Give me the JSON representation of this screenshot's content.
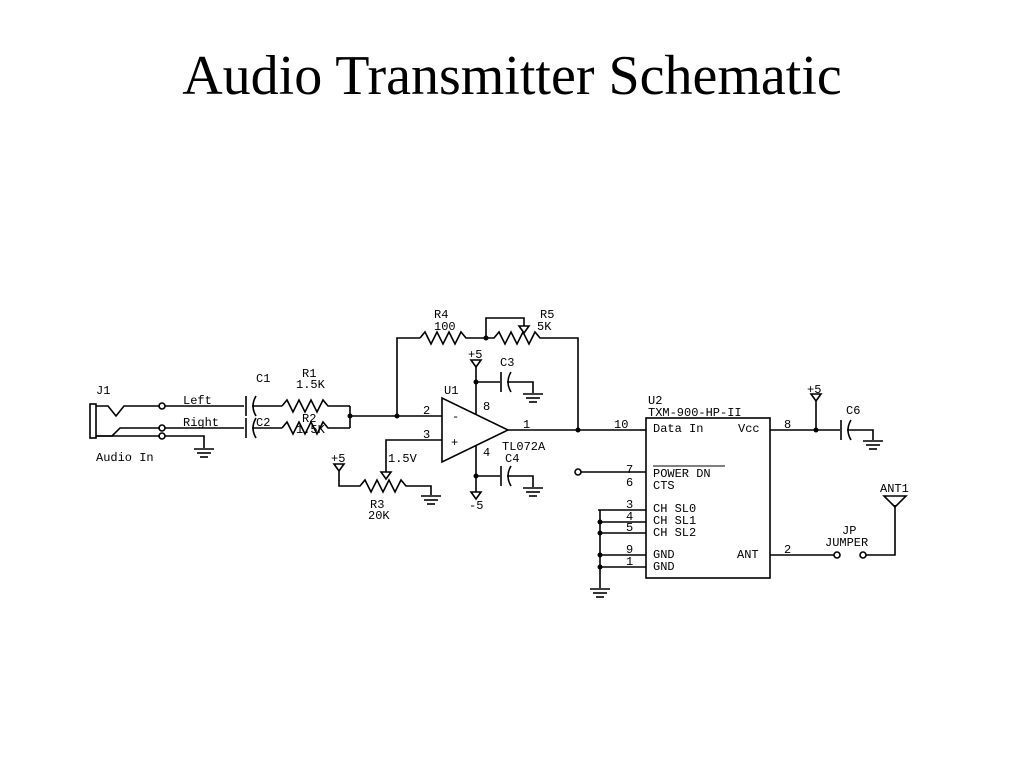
{
  "title": "Audio Transmitter Schematic",
  "labels": {
    "j1": "J1",
    "audio_in": "Audio In",
    "left": "Left",
    "right": "Right",
    "c1": "C1",
    "c2": "C2",
    "r1": "R1",
    "r1_val": "1.5K",
    "r2": "R2",
    "r2_val": "1.5K",
    "r4": "R4",
    "r4_val": "100",
    "r5": "R5",
    "r5_val": "5K",
    "u1": "U1",
    "tl072a": "TL072A",
    "c3": "C3",
    "c4": "C4",
    "plus5": "+5",
    "minus5": "-5",
    "v15": "1.5V",
    "r3": "R3",
    "r3_val": "20K",
    "minus_sign": "-",
    "plus_sign": "+",
    "pin2": "2",
    "pin3": "3",
    "pin8": "8",
    "pin4": "4",
    "pin1": "1",
    "u2": "U2",
    "txm": "TXM-900-HP-II",
    "data_in": "Data In",
    "vcc": "Vcc",
    "power_dn": "POWER DN",
    "cts": "CTS",
    "ch_sl0": "CH SL0",
    "ch_sl1": "CH SL1",
    "ch_sl2": "CH SL2",
    "gnd1": "GND",
    "gnd2": "GND",
    "ant": "ANT",
    "p10": "10",
    "p8": "8",
    "p7": "7",
    "p6": "6",
    "p3": "3",
    "p4": "4",
    "p5": "5",
    "p9": "9",
    "p1": "1",
    "p2": "2",
    "c6": "C6",
    "vcc_plus5": "+5",
    "jp": "JP",
    "jumper": "JUMPER",
    "ant1": "ANT1"
  }
}
